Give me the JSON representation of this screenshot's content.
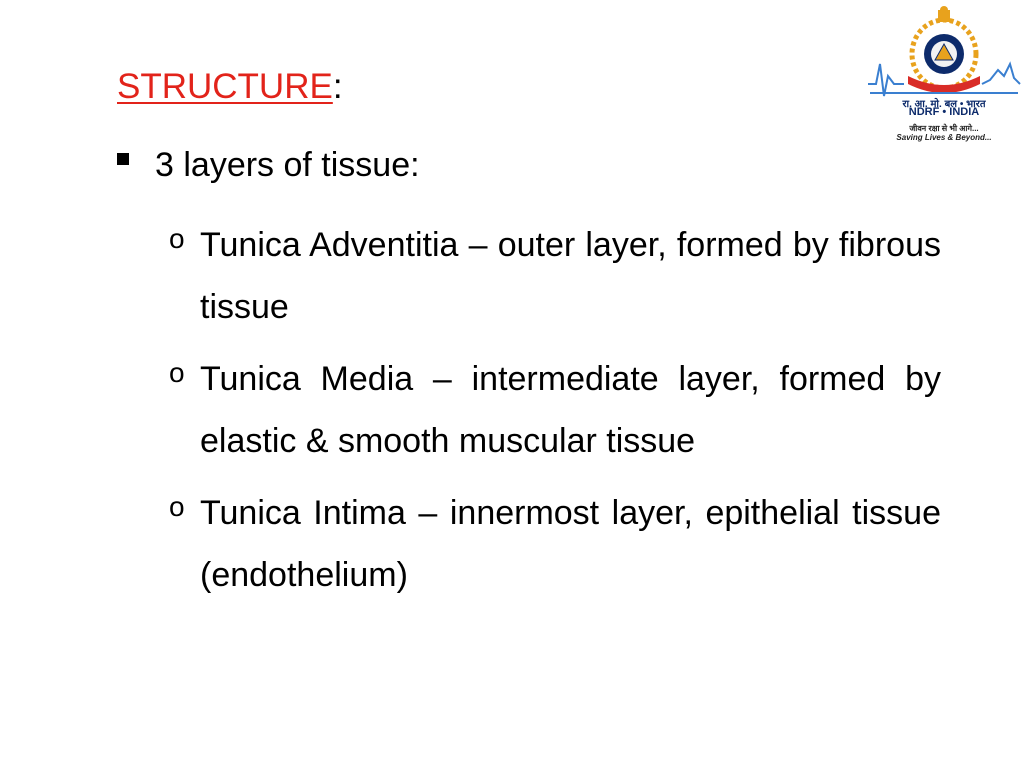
{
  "heading": {
    "title": "STRUCTURE",
    "colon": ":"
  },
  "bullet": {
    "text": "3 layers of tissue:"
  },
  "sub_items": [
    {
      "marker": "o",
      "text": "Tunica Adventitia – outer layer, formed by fibrous tissue"
    },
    {
      "marker": "o",
      "text": "Tunica Media – intermediate layer, formed by elastic & smooth muscular tissue"
    },
    {
      "marker": "o",
      "text": "Tunica Intima – innermost layer, epithelial tissue (endothelium)"
    }
  ],
  "logo": {
    "hindi_line": "रा. आ. मो. बल • भारत",
    "ndrf_line": "NDRF • INDIA",
    "tagline_hindi": "जीवन रक्षा से भी आगे...",
    "tagline_english": "Saving Lives & Beyond...",
    "colors": {
      "navy": "#0d2b6b",
      "gold": "#e8a21d",
      "red": "#d92c27",
      "wave_blue": "#3a7fd0"
    }
  },
  "colors": {
    "heading_red": "#e2231a",
    "text": "#000000",
    "background": "#ffffff"
  }
}
